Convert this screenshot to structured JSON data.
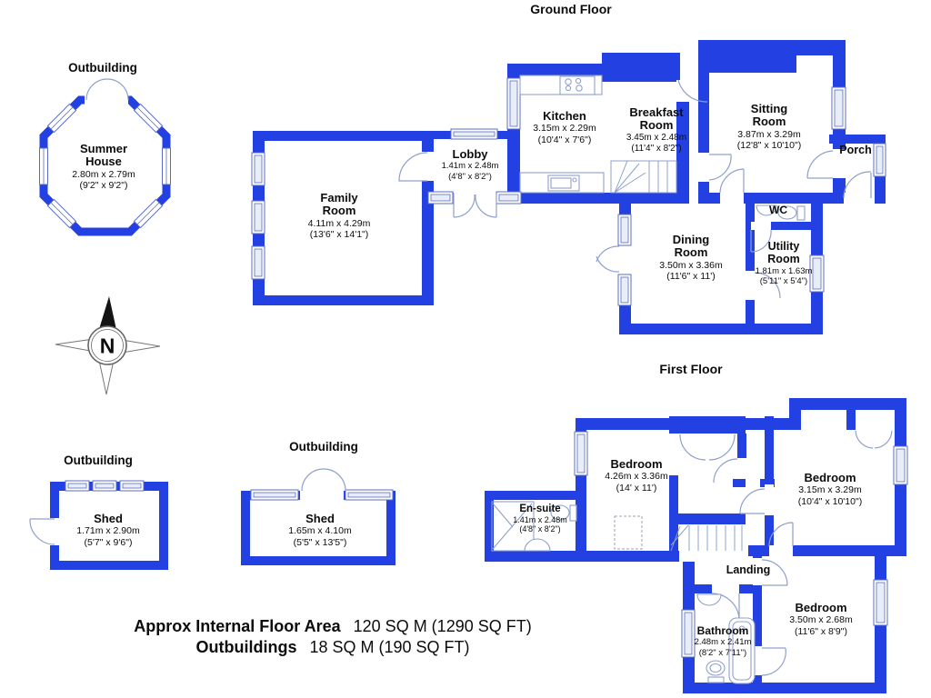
{
  "titles": {
    "ground_floor": "Ground Floor",
    "first_floor": "First Floor"
  },
  "captions": {
    "outbuilding_summer_house": "Outbuilding",
    "outbuilding_shed_small": "Outbuilding",
    "outbuilding_shed_long": "Outbuilding"
  },
  "compass": {
    "north_label": "N"
  },
  "ground_floor_rooms": {
    "kitchen": {
      "name": "Kitchen",
      "metric": "3.15m x 2.29m",
      "imperial": "(10'4\" x 7'6\")"
    },
    "lobby": {
      "name": "Lobby",
      "metric": "1.41m x 2.48m",
      "imperial": "(4'8\" x 8'2\")"
    },
    "breakfast_room": {
      "name": "Breakfast Room",
      "metric": "3.45m x 2.48m",
      "imperial": "(11'4\" x 8'2\")"
    },
    "sitting_room": {
      "name": "Sitting Room",
      "metric": "3.87m x 3.29m",
      "imperial": "(12'8\" x 10'10\")"
    },
    "porch": {
      "name": "Porch"
    },
    "family_room": {
      "name": "Family Room",
      "metric": "4.11m x 4.29m",
      "imperial": "(13'6\" x 14'1\")"
    },
    "dining_room": {
      "name": "Dining Room",
      "metric": "3.50m x 3.36m",
      "imperial": "(11'6\" x 11')"
    },
    "wc": {
      "name": "WC"
    },
    "utility_room": {
      "name": "Utility Room",
      "metric": "1.81m x 1.63m",
      "imperial": "(5'11\" x 5'4\")"
    }
  },
  "first_floor_rooms": {
    "bedroom_1": {
      "name": "Bedroom",
      "metric": "4.26m x 3.36m",
      "imperial": "(14' x 11')"
    },
    "bedroom_2": {
      "name": "Bedroom",
      "metric": "3.15m x 3.29m",
      "imperial": "(10'4\" x 10'10\")"
    },
    "en_suite": {
      "name": "En-suite",
      "metric": "1.41m x 2.48m",
      "imperial": "(4'8\" x 8'2\")"
    },
    "landing": {
      "name": "Landing"
    },
    "bathroom": {
      "name": "Bathroom",
      "metric": "2.48m x 2.41m",
      "imperial": "(8'2\" x 7'11\")"
    },
    "bedroom_3": {
      "name": "Bedroom",
      "metric": "3.50m x 2.68m",
      "imperial": "(11'6\" x 8'9\")"
    }
  },
  "outbuildings": {
    "summer_house": {
      "name": "Summer House",
      "metric": "2.80m x 2.79m",
      "imperial": "(9'2\" x 9'2\")"
    },
    "shed_small": {
      "name": "Shed",
      "metric": "1.71m x 2.90m",
      "imperial": "(5'7\" x 9'6\")"
    },
    "shed_long": {
      "name": "Shed",
      "metric": "1.65m x 4.10m",
      "imperial": "(5'5\" x 13'5\")"
    }
  },
  "footer": {
    "floor_area_label": "Approx Internal Floor Area",
    "floor_area_value": "120 SQ M (1290 SQ FT)",
    "outbuildings_label": "Outbuildings",
    "outbuildings_value": "18 SQ M (190 SQ FT)"
  },
  "colors": {
    "wall": "#2341e3",
    "line": "#8fa0cc",
    "frame": "#5a6cc0",
    "text": "#0c0c0c"
  }
}
